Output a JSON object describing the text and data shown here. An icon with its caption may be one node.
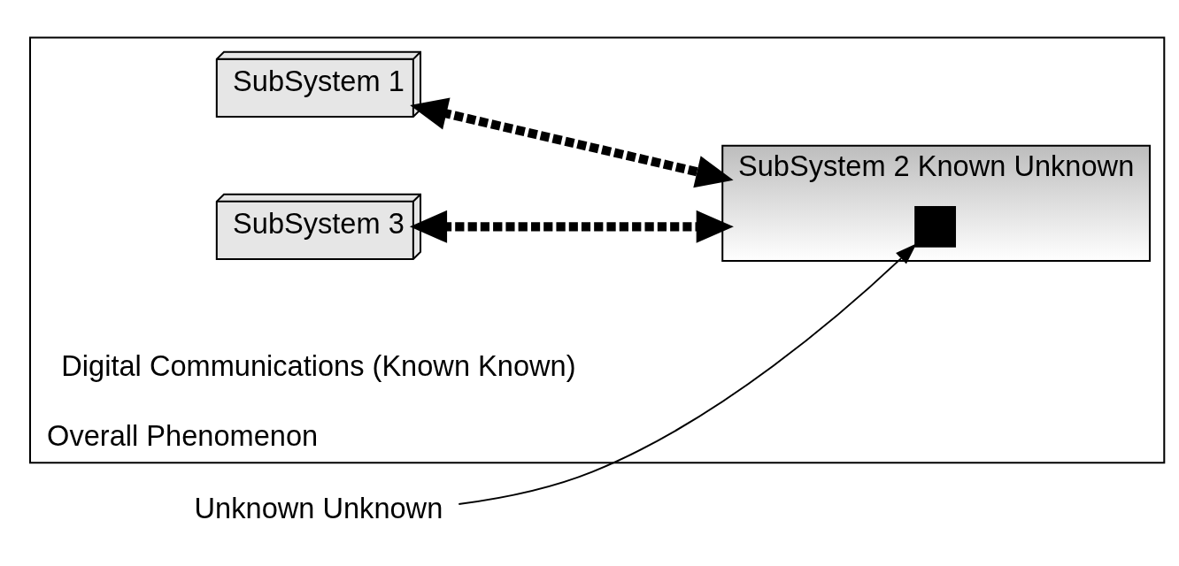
{
  "diagram": {
    "nodes": [
      {
        "text": [
          "Overall Phenomenon"
        ]
      },
      {
        "text": [
          "SubSystem 1"
        ],
        "in": 0
      },
      {
        "text": [
          "SubSystem 2 Known Unknown"
        ],
        "in": 0
      },
      {
        "text": [
          "SubSystem 3"
        ],
        "in": 0
      },
      {
        "text": [],
        "shape": "box",
        "in": 2
      },
      {
        "text": [
          "Unknown Unknown"
        ]
      }
    ],
    "edges": [
      {
        "from": 1,
        "to": 2,
        "arrow": "both",
        "style": "dashed"
      },
      {
        "from": 3,
        "to": 2,
        "arrow": "both",
        "style": "dashed"
      },
      {
        "from": 5,
        "to": 4,
        "arrow": "to"
      }
    ],
    "labels": [
      "Digital Communications (Known Known)"
    ]
  }
}
